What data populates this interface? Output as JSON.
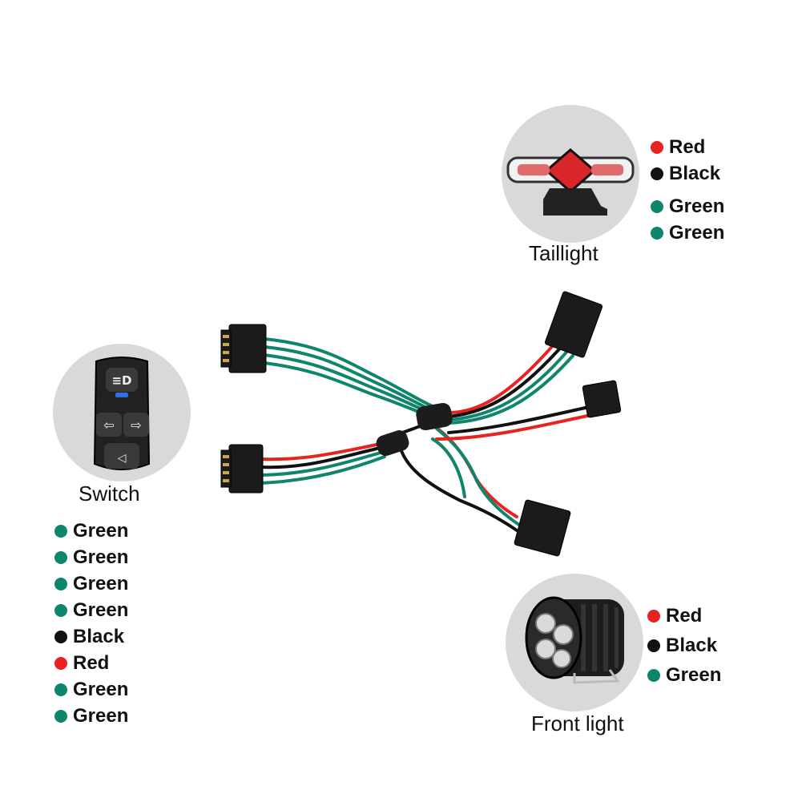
{
  "taillight": {
    "caption": "Taillight",
    "wires": [
      {
        "label": "Red",
        "color": "#e8231f"
      },
      {
        "label": "Black",
        "color": "#111111"
      },
      {
        "label": "Green",
        "color": "#10856d"
      },
      {
        "label": "Green",
        "color": "#10856d"
      }
    ]
  },
  "switch": {
    "caption": "Switch",
    "wires": [
      {
        "label": "Green",
        "color": "#10856d"
      },
      {
        "label": "Green",
        "color": "#10856d"
      },
      {
        "label": "Green",
        "color": "#10856d"
      },
      {
        "label": "Green",
        "color": "#10856d"
      },
      {
        "label": "Black",
        "color": "#111111"
      },
      {
        "label": "Red",
        "color": "#e8231f"
      },
      {
        "label": "Green",
        "color": "#10856d"
      },
      {
        "label": "Green",
        "color": "#10856d"
      }
    ]
  },
  "front_light": {
    "caption": "Front light",
    "wires": [
      {
        "label": "Red",
        "color": "#e8231f"
      },
      {
        "label": "Black",
        "color": "#111111"
      },
      {
        "label": "Green",
        "color": "#10856d"
      }
    ]
  }
}
